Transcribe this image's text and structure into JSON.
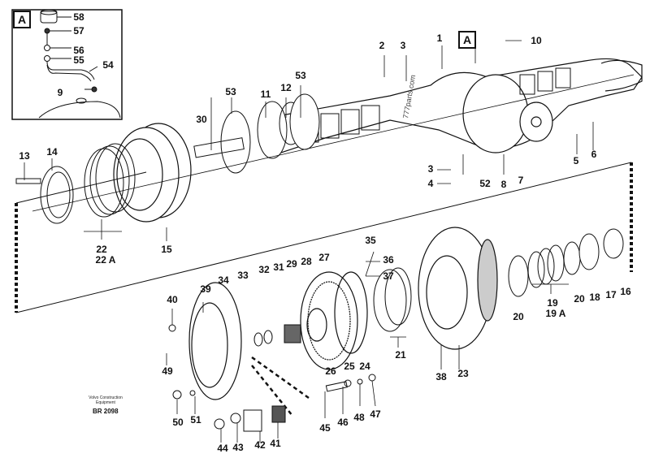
{
  "diagram": {
    "title": "Exploded view - axle / hub reduction assembly",
    "inset": {
      "label": "A",
      "parts": [
        "58",
        "57",
        "56",
        "55",
        "54",
        "9"
      ]
    },
    "callout_box_main": "A",
    "part_labels": {
      "p1": "1",
      "p2": "2",
      "p3a": "3",
      "p3b": "3",
      "p4": "4",
      "p5": "5",
      "p6": "6",
      "p7": "7",
      "p8": "8",
      "p9": "9",
      "p10": "10",
      "p11": "11",
      "p12": "12",
      "p13": "13",
      "p14": "14",
      "p15": "15",
      "p16": "16",
      "p17": "17",
      "p18": "18",
      "p19": "19",
      "p19a": "19 A",
      "p20a": "20",
      "p20b": "20",
      "p21": "21",
      "p22": "22",
      "p22a": "22 A",
      "p23": "23",
      "p24": "24",
      "p25": "25",
      "p26": "26",
      "p27": "27",
      "p28": "28",
      "p29": "29",
      "p30": "30",
      "p31": "31",
      "p32": "32",
      "p33": "33",
      "p34": "34",
      "p35": "35",
      "p36": "36",
      "p37": "37",
      "p38": "38",
      "p39": "39",
      "p40": "40",
      "p41": "41",
      "p42": "42",
      "p43": "43",
      "p44": "44",
      "p45": "45",
      "p46": "46",
      "p47": "47",
      "p48": "48",
      "p49": "49",
      "p50": "50",
      "p51": "51",
      "p52": "52",
      "p53a": "53",
      "p53b": "53",
      "p54": "54",
      "p55": "55",
      "p56": "56",
      "p57": "57",
      "p58": "58"
    },
    "credit_line1": "Volvo Construction",
    "credit_line2": "Equipment",
    "drawing_code": "BR 2098",
    "watermark": "777parts.com"
  }
}
